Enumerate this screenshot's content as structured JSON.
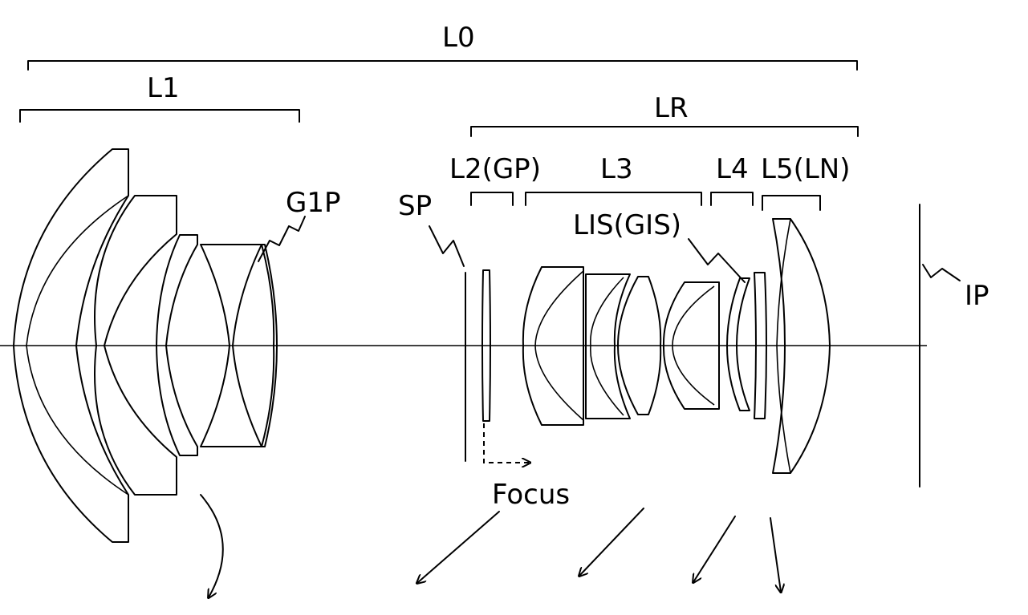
{
  "labels": {
    "L0": "L0",
    "L1": "L1",
    "LR": "LR",
    "L2": "L2(GP)",
    "L3": "L3",
    "L4": "L4",
    "L5": "L5(LN)",
    "G1P": "G1P",
    "SP": "SP",
    "LIS": "LIS(GIS)",
    "IP": "IP",
    "Focus": "Focus"
  }
}
